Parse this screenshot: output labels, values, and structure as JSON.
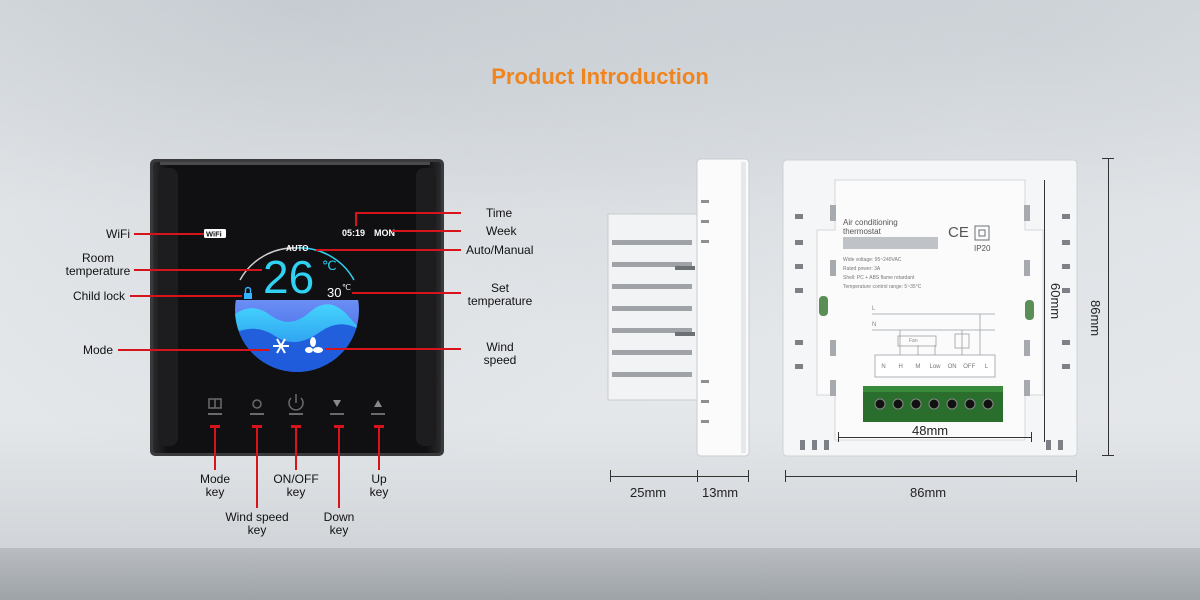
{
  "title": "Product Introduction",
  "screen": {
    "time": "05:19",
    "week": "MON",
    "mode_text": "AUTO",
    "room_temp": "26",
    "room_unit": "℃",
    "set_temp": "30",
    "set_unit": "℃",
    "wifi_text": "WiFi"
  },
  "left_labels": {
    "wifi": "WiFi",
    "room_temp_1": "Room",
    "room_temp_2": "temperature",
    "child_lock": "Child lock",
    "mode": "Mode"
  },
  "right_labels": {
    "time": "Time",
    "week": "Week",
    "auto_manual": "Auto/Manual",
    "set_temp_1": "Set",
    "set_temp_2": "temperature",
    "wind_speed_1": "Wind",
    "wind_speed_2": "speed"
  },
  "key_labels": {
    "mode_1": "Mode",
    "mode_2": "key",
    "wind_1": "Wind speed",
    "wind_2": "key",
    "onoff_1": "ON/OFF",
    "onoff_2": "key",
    "down_1": "Down",
    "down_2": "key",
    "up_1": "Up",
    "up_2": "key"
  },
  "back_label": {
    "product_1": "Air conditioning",
    "product_2": "thermostat",
    "ce": "CE",
    "ip": "IP20",
    "spec_1": "Wide voltage: 95~240VAC",
    "spec_2": "Rated power: 3A",
    "spec_3": "Shell: PC + ABS flame retardant",
    "spec_4": "Temperature control range: 5~35°C",
    "wire_l": "L",
    "wire_n": "N",
    "fan": "Fan",
    "terminals": [
      "N",
      "H",
      "M",
      "Low",
      "ON",
      "OFF",
      "L"
    ]
  },
  "dimensions": {
    "depth_body": "25mm",
    "depth_plate": "13mm",
    "width": "86mm",
    "height": "86mm",
    "inner_height": "60mm",
    "inner_width": "48mm"
  },
  "colors": {
    "accent": "#f0851f",
    "callout": "#d7141c",
    "screen_cyan": "#2fd2f2"
  }
}
